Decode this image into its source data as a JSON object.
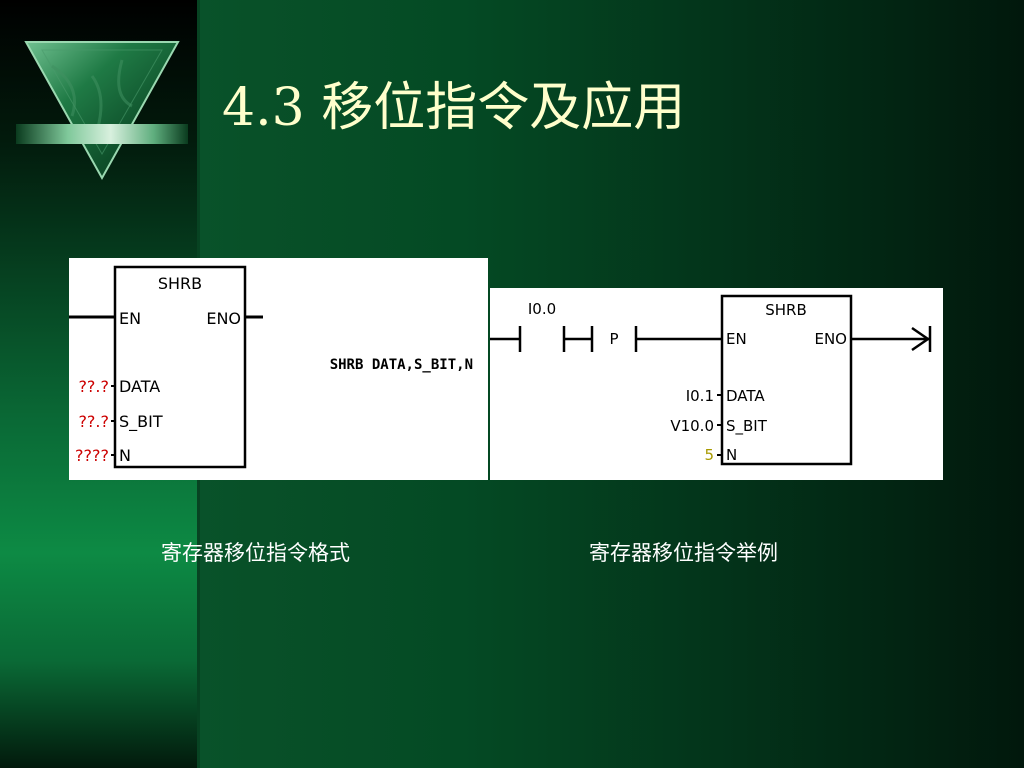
{
  "slide": {
    "title": "4.3 移位指令及应用",
    "colors": {
      "background": "#044a24",
      "left_band_highlight": "#0d8a44",
      "title": "#ffffcc",
      "caption": "#ffffff",
      "param_placeholder": "#cc0000",
      "param_count_value": "#a89a00"
    }
  },
  "format_diagram": {
    "block_name": "SHRB",
    "input_en": "EN",
    "output_eno": "ENO",
    "input_data": "DATA",
    "input_sbit": "S_BIT",
    "input_n": "N",
    "data_param": "??.?",
    "sbit_param": "??.?",
    "n_param": "????",
    "stl_statement": "SHRB DATA,S_BIT,N",
    "caption": "寄存器移位指令格式"
  },
  "example_diagram": {
    "contact_label": "I0.0",
    "pulse_label": "P",
    "block_name": "SHRB",
    "input_en": "EN",
    "output_eno": "ENO",
    "input_data": "DATA",
    "input_sbit": "S_BIT",
    "input_n": "N",
    "data_value": "I0.1",
    "sbit_value": "V10.0",
    "n_value": "5",
    "caption": "寄存器移位指令举例"
  }
}
